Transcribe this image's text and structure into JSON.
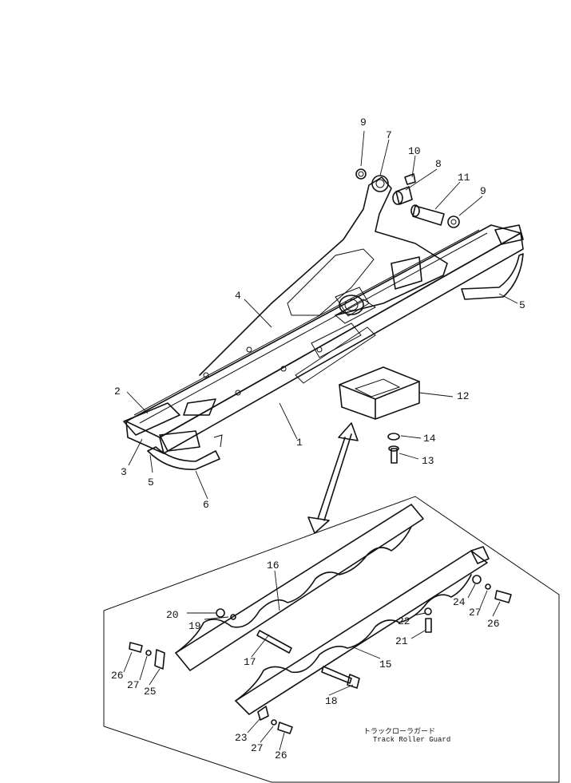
{
  "callouts": [
    {
      "id": "c9a",
      "label": "9"
    },
    {
      "id": "c7",
      "label": "7"
    },
    {
      "id": "c10",
      "label": "10"
    },
    {
      "id": "c8",
      "label": "8"
    },
    {
      "id": "c11",
      "label": "11"
    },
    {
      "id": "c9b",
      "label": "9"
    },
    {
      "id": "c5a",
      "label": "5"
    },
    {
      "id": "c4",
      "label": "4"
    },
    {
      "id": "c2",
      "label": "2"
    },
    {
      "id": "c12",
      "label": "12"
    },
    {
      "id": "c1",
      "label": "1"
    },
    {
      "id": "c14",
      "label": "14"
    },
    {
      "id": "c13",
      "label": "13"
    },
    {
      "id": "c3",
      "label": "3"
    },
    {
      "id": "c5b",
      "label": "5"
    },
    {
      "id": "c6",
      "label": "6"
    },
    {
      "id": "c16",
      "label": "16"
    },
    {
      "id": "c20",
      "label": "20"
    },
    {
      "id": "c19",
      "label": "19"
    },
    {
      "id": "c24",
      "label": "24"
    },
    {
      "id": "c27a",
      "label": "27"
    },
    {
      "id": "c22",
      "label": "22"
    },
    {
      "id": "c26a",
      "label": "26"
    },
    {
      "id": "c21",
      "label": "21"
    },
    {
      "id": "c17",
      "label": "17"
    },
    {
      "id": "c15",
      "label": "15"
    },
    {
      "id": "c26b",
      "label": "26"
    },
    {
      "id": "c27b",
      "label": "27"
    },
    {
      "id": "c25",
      "label": "25"
    },
    {
      "id": "c18",
      "label": "18"
    },
    {
      "id": "c23",
      "label": "23"
    },
    {
      "id": "c27c",
      "label": "27"
    },
    {
      "id": "c26c",
      "label": "26"
    }
  ],
  "caption": {
    "japanese": "トラックローラガード",
    "english": "Track Roller Guard"
  }
}
